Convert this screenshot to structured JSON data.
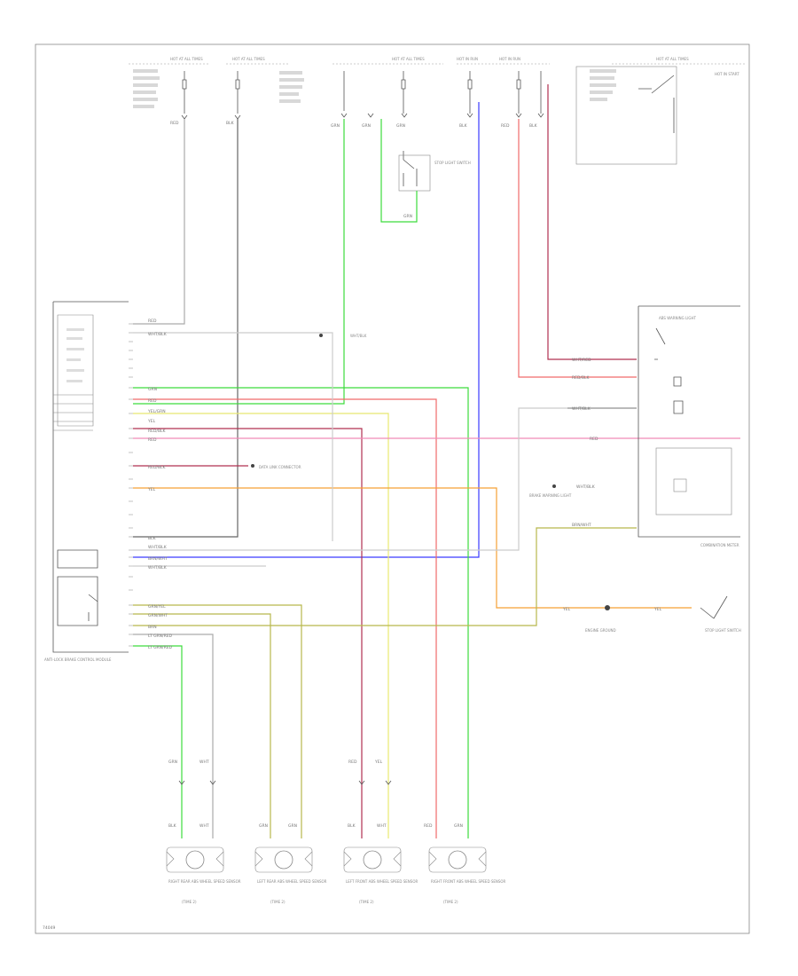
{
  "colors": {
    "green": "#3cdc3c",
    "red": "#f06a6a",
    "pink": "#f08ab8",
    "yellow": "#e8e870",
    "orange": "#f5a035",
    "blue": "#3a3aff",
    "dark_red": "#b03050",
    "olive": "#b8b84c",
    "gray": "#666666",
    "light_gray": "#aaaaaa"
  },
  "fuses": {
    "f1": "HOT AT ALL TIMES",
    "f2": "HOT AT ALL TIMES",
    "f3": "HOT AT ALL TIMES",
    "f4": "HOT IN RUN",
    "f5": "HOT IN RUN",
    "f6": "HOT AT ALL TIMES",
    "f7": "HOT IN START"
  },
  "modules": {
    "abs_unit": "ANTI-LOCK BRAKE CONTROL MODULE",
    "stop_switch": "STOP LIGHT SWITCH",
    "combination_meter": "COMBINATION METER",
    "warning_light": "ABS WARNING LIGHT",
    "brake_warning": "BRAKE WARNING LIGHT",
    "dlc": "DATA LINK CONNECTOR",
    "ground": "ENGINE GROUND"
  },
  "sensors": {
    "rr": "RIGHT REAR ABS WHEEL SPEED SENSOR",
    "lr": "LEFT REAR ABS WHEEL SPEED SENSOR",
    "lf": "LEFT FRONT ABS WHEEL SPEED SENSOR",
    "rf": "RIGHT FRONT ABS WHEEL SPEED SENSOR",
    "sub": "(TIME 2)"
  },
  "wire_labels": {
    "red": "RED",
    "grn": "GRN",
    "blk": "BLK",
    "wht": "WHT",
    "brn": "BRN",
    "yel": "YEL",
    "grn_yel": "GRN/YEL",
    "yel_grn": "YEL/GRN",
    "wht_red": "WHT/RED",
    "red_blk": "RED/BLK",
    "lt_grn": "LT GRN/RED",
    "grn_wht": "GRN/WHT",
    "brn_wht": "BRN/WHT",
    "wht_blk": "WHT/BLK"
  },
  "figure_id": "74049"
}
